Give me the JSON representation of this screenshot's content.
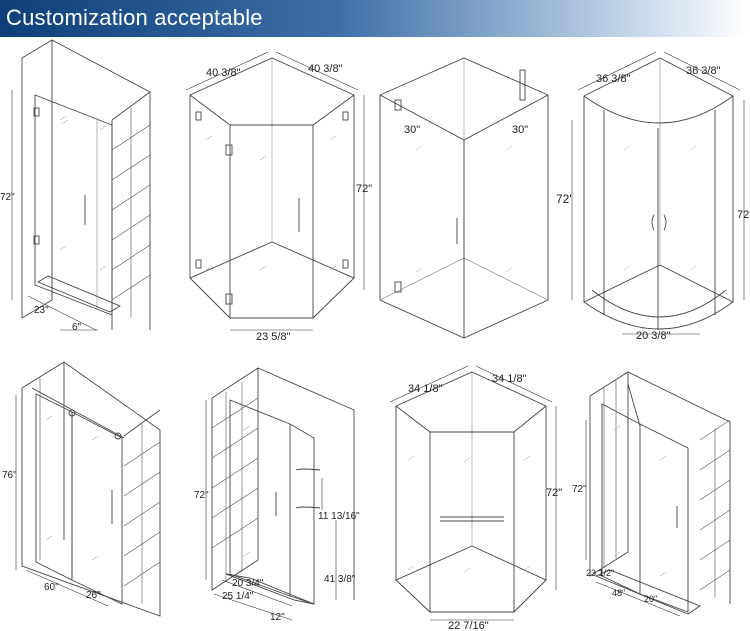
{
  "header": {
    "title": "Customization acceptable",
    "background_start": "#0d3f78",
    "background_end": "#ffffff"
  },
  "panels": [
    {
      "id": "p1",
      "dims": [
        "72\"",
        "23\"",
        "6\""
      ]
    },
    {
      "id": "p2",
      "dims": [
        "40 3/8\"",
        "40 3/8\"",
        "72\"",
        "23 5/8\""
      ]
    },
    {
      "id": "p3",
      "dims": [
        "30\"",
        "30\"",
        "72'"
      ]
    },
    {
      "id": "p4",
      "dims": [
        "36 3/8\"",
        "36 3/8\"",
        "72\"",
        "20 3/8\""
      ]
    },
    {
      "id": "p5",
      "dims": [
        "76\"",
        "60\"",
        "26\""
      ]
    },
    {
      "id": "p6",
      "dims": [
        "72\"",
        "11 13/16\"",
        "41 3/8\"",
        "20 3/4\"",
        "25 1/4\"",
        "12\""
      ]
    },
    {
      "id": "p7",
      "dims": [
        "34 1/8\"",
        "34 1/8\"",
        "72\"",
        "22 7/16\""
      ]
    },
    {
      "id": "p8",
      "dims": [
        "72\"",
        "23 1/2\"",
        "48\"",
        "20\""
      ]
    }
  ]
}
